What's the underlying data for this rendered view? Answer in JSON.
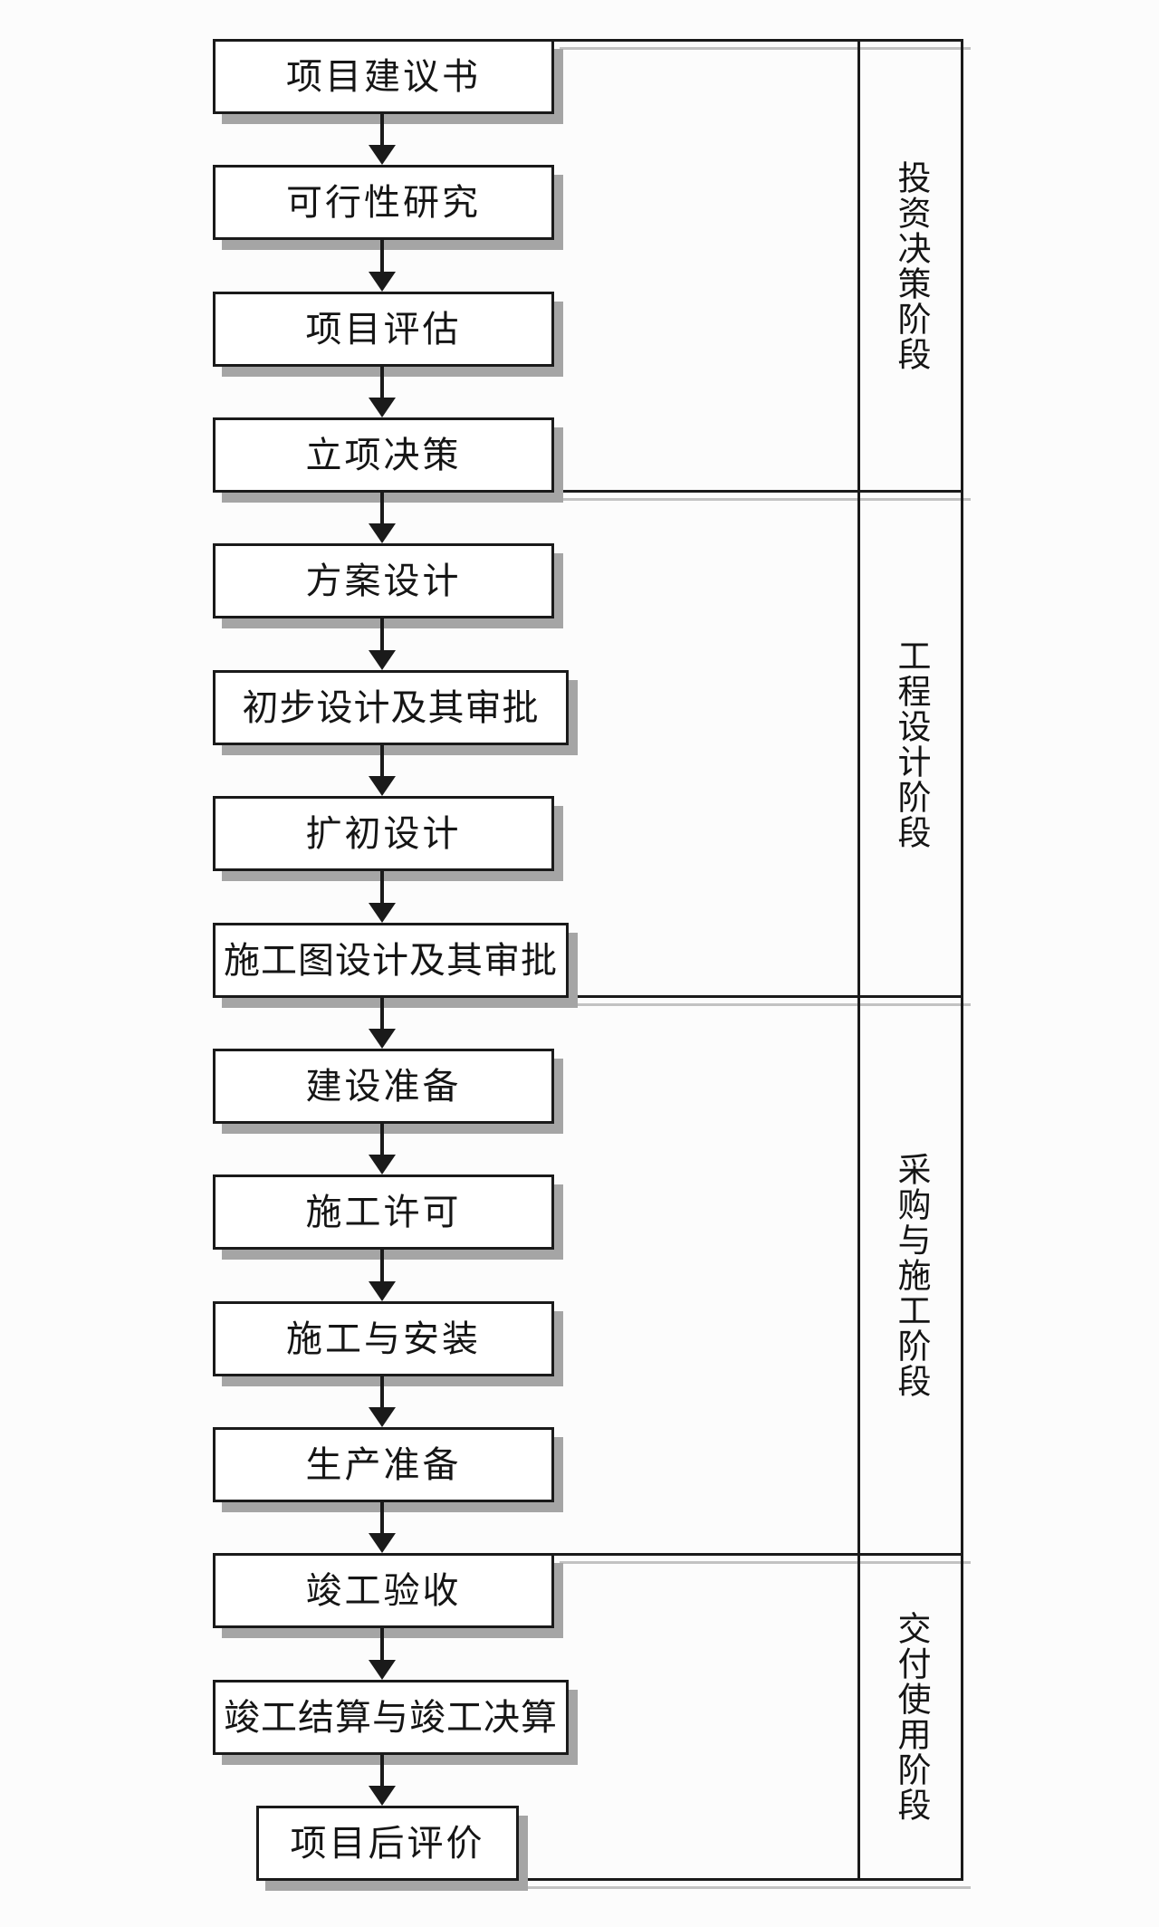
{
  "flowchart": {
    "boxes": [
      {
        "id": "project-proposal",
        "label": "项目建议书"
      },
      {
        "id": "feasibility-study",
        "label": "可行性研究"
      },
      {
        "id": "project-evaluation",
        "label": "项目评估"
      },
      {
        "id": "project-approval-decision",
        "label": "立项决策"
      },
      {
        "id": "scheme-design",
        "label": "方案设计"
      },
      {
        "id": "preliminary-design-approval",
        "label": "初步设计及其审批"
      },
      {
        "id": "extended-preliminary-design",
        "label": "扩初设计"
      },
      {
        "id": "construction-drawing-approval",
        "label": "施工图设计及其审批"
      },
      {
        "id": "construction-preparation",
        "label": "建设准备"
      },
      {
        "id": "construction-permit",
        "label": "施工许可"
      },
      {
        "id": "construction-installation",
        "label": "施工与安装"
      },
      {
        "id": "production-preparation",
        "label": "生产准备"
      },
      {
        "id": "completion-acceptance",
        "label": "竣工验收"
      },
      {
        "id": "completion-settlement",
        "label": "竣工结算与竣工决算"
      },
      {
        "id": "post-project-evaluation",
        "label": "项目后评价"
      }
    ],
    "stages": [
      {
        "id": "investment-decision",
        "label": "投资决策阶段"
      },
      {
        "id": "engineering-design",
        "label": "工程设计阶段"
      },
      {
        "id": "procurement-construction",
        "label": "采购与施工阶段"
      },
      {
        "id": "delivery-use",
        "label": "交付使用阶段"
      }
    ],
    "colors": {
      "line": "#1a1a1a",
      "box_background": "#ffffff",
      "box_shadow": "#a5a5a5",
      "text": "#151515",
      "page_background": "#fcfcfc"
    }
  }
}
